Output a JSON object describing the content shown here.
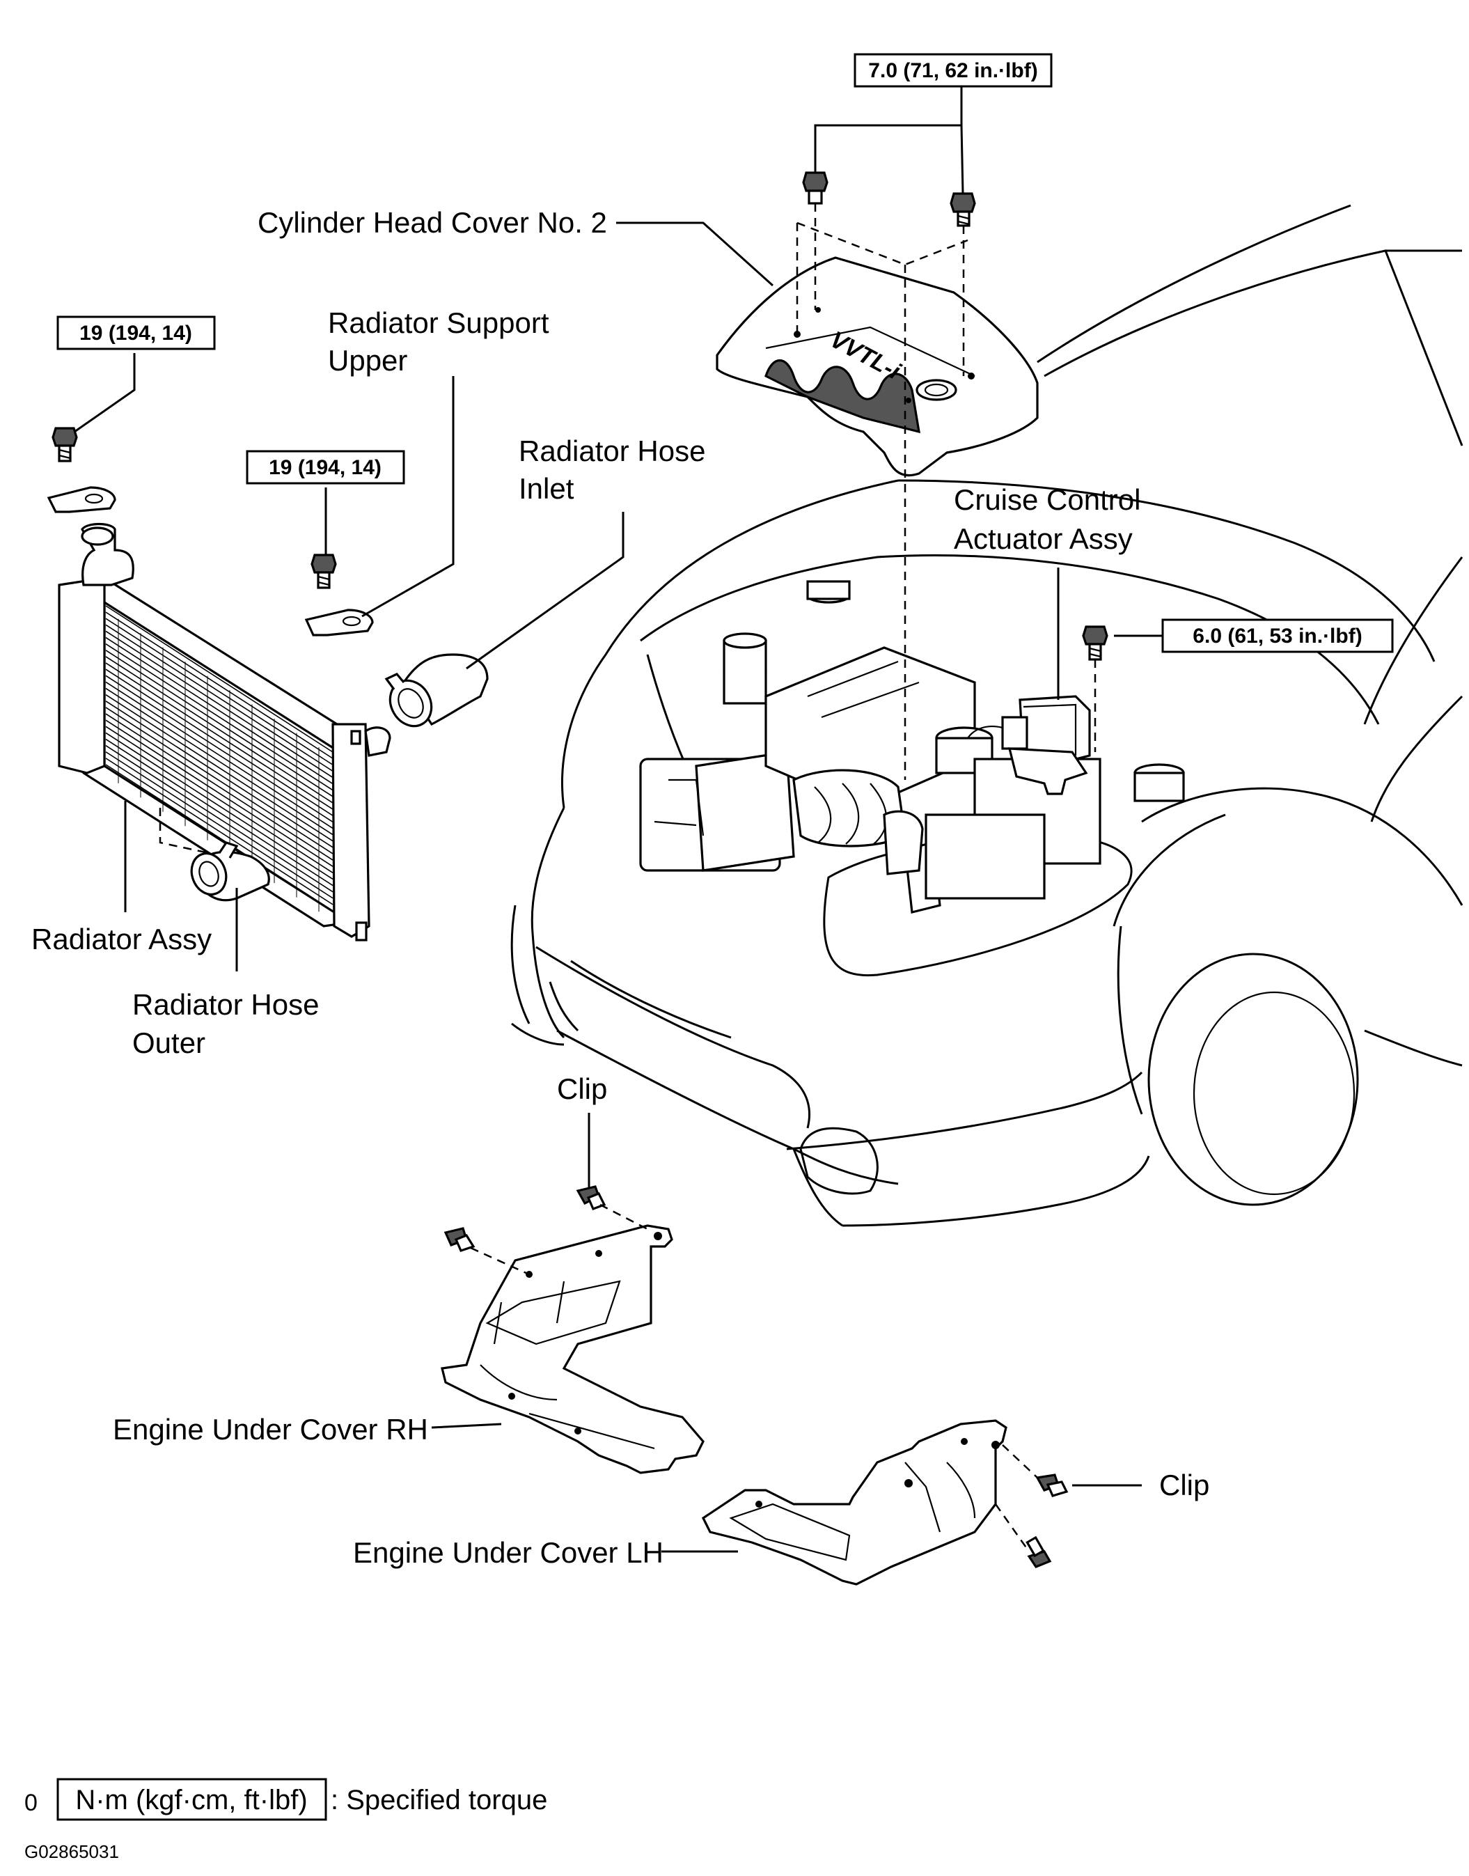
{
  "labels": {
    "cylinder_head_cover": "Cylinder Head Cover No. 2",
    "radiator_support_upper_1": "Radiator Support",
    "radiator_support_upper_2": "Upper",
    "radiator_hose_inlet_1": "Radiator Hose",
    "radiator_hose_inlet_2": "Inlet",
    "cruise_control_1": "Cruise Control",
    "cruise_control_2": "Actuator Assy",
    "radiator_assy": "Radiator Assy",
    "radiator_hose_outer_1": "Radiator Hose",
    "radiator_hose_outer_2": "Outer",
    "clip_top": "Clip",
    "clip_right": "Clip",
    "engine_under_cover_rh": "Engine Under Cover RH",
    "engine_under_cover_lh": "Engine Under Cover LH"
  },
  "torque_specs": {
    "head_cover_bolts": "7.0 (71, 62 in.·lbf)",
    "support_bolt_left": "19 (194, 14)",
    "support_bolt_mid": "19 (194, 14)",
    "cruise_bolt": "6.0 (61, 53 in.·lbf)"
  },
  "legend": {
    "prefix": "0",
    "unit_box": "N·m (kgf·cm, ft·lbf)",
    "meaning": ": Specified torque"
  },
  "figure_code": "G02865031"
}
